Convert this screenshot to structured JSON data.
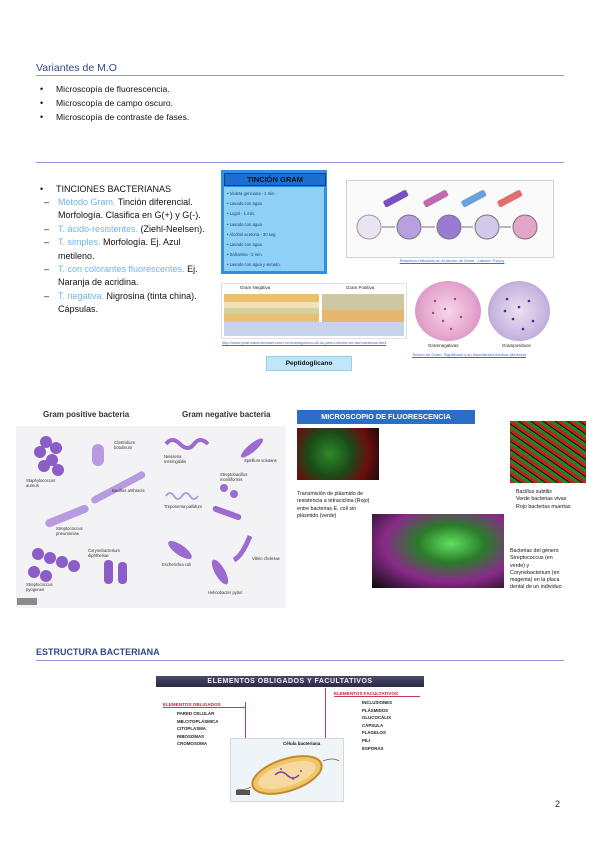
{
  "section1": {
    "heading": "Variantes de M.O",
    "items": [
      "Microscopía de fluorescencia.",
      "Microscopía de campo oscuro.",
      "Microscopía de contraste de fases."
    ]
  },
  "section2": {
    "main_item": "TINCIONES BACTERIANAS",
    "sub_items": [
      {
        "title": "Método Gram.",
        "text": " Tinción diferencial. Morfología. Clasifica en G(+) y G(-)."
      },
      {
        "title": "T. ácido-resistentes.",
        "text": " (Ziehl-Neelsen)."
      },
      {
        "title": "T. simples.",
        "text": " Morfología. Ej. Azul metileno."
      },
      {
        "title": "T. con colorantes fluorescentes.",
        "text": " Ej. Naranja de acridina."
      },
      {
        "title": "T. negativa.",
        "text": " Nigrosina (tinta china). Cápsulas."
      }
    ],
    "gram_box": {
      "title": "TINCIÓN GRAM",
      "steps": [
        "Violeta genciana - 1 min.",
        "Lavado con agua",
        "Lugol - 1 min.",
        "Lavado con agua",
        "Alcohol acetona - 30 seg",
        "Lavado con agua",
        "Safranina - 2 min.",
        "Lavado con agua y secado."
      ]
    },
    "gram_steps_caption": "Reactivos utilizados en la tinción de Gram - Labster Theory",
    "wall_labels": {
      "negative": "Gram Negativa",
      "positive": "Gram Positiva"
    },
    "wall_link": "http://www.pharmaceuticalaw.com.mx/investigacion-de-la-pared-celular-de-las-bacterias.html",
    "micro_labels": {
      "neg": "Gramnegativas",
      "pos": "Grampositivos"
    },
    "micro_caption": "Tinción de Gram: Significado y su Importancia médica: Medicina",
    "peptido_label": "Peptidoglicano"
  },
  "bacteria_figure": {
    "pos_title": "Gram positive bacteria",
    "neg_title": "Gram negative bacteria",
    "pos_labels": [
      "Clostridium botulinum",
      "Staphylococcus aureus",
      "Bacillus anthracis",
      "Streptococcus pneumoniae",
      "Corynebacterium diphtheriae",
      "Streptococcus pyogenes"
    ],
    "neg_labels": [
      "Neisseria meningitidis",
      "Spirillum volutans",
      "Treponema pallidum",
      "Streptobacillus moniliformis",
      "Vibrio cholerae",
      "Escherichia coli",
      "Helicobacter pylori"
    ]
  },
  "fluorescence": {
    "title": "MICROSCOPIO DE FLUORESCENCIA",
    "caption1": [
      "Transmisión de plásmido de",
      "resistencia a tetraciclina (Rojo)",
      "entre bacterias E. coli sin",
      "plásmido (verde)"
    ],
    "caption2": [
      "Bacillus subtilis",
      "Verde bacterias vivas",
      "Rojo bacterias muertas"
    ],
    "caption3": [
      "Bacterias del género",
      "Streptococcus (en",
      "verde) y",
      "Corynebacterium (en",
      "magenta) en la placa",
      "dental de un individuo"
    ]
  },
  "section3": {
    "heading": "ESTRUCTURA BACTERIANA",
    "banner": "ELEMENTOS OBLIGADOS Y FACULTATIVOS",
    "obligados_title": "ELEMENTOS OBLIGADOS",
    "obligados": [
      "PARED CELULAR",
      "MB.CITOPLÁSMICA",
      "CITOPLASMA",
      "RIBOSOMAS",
      "CROMOSOMA"
    ],
    "facultativos_title": "ELEMENTOS FACULTATIVOS",
    "facultativos": [
      "INCLUSIONES",
      "PLÁSMIDOS",
      "GLUCOCÁLIX",
      "CÁPSULA",
      "FLAGELOS",
      "PILI",
      "ESPORAS"
    ],
    "cell_label": "Célula bacteriana"
  },
  "page_number": "2"
}
